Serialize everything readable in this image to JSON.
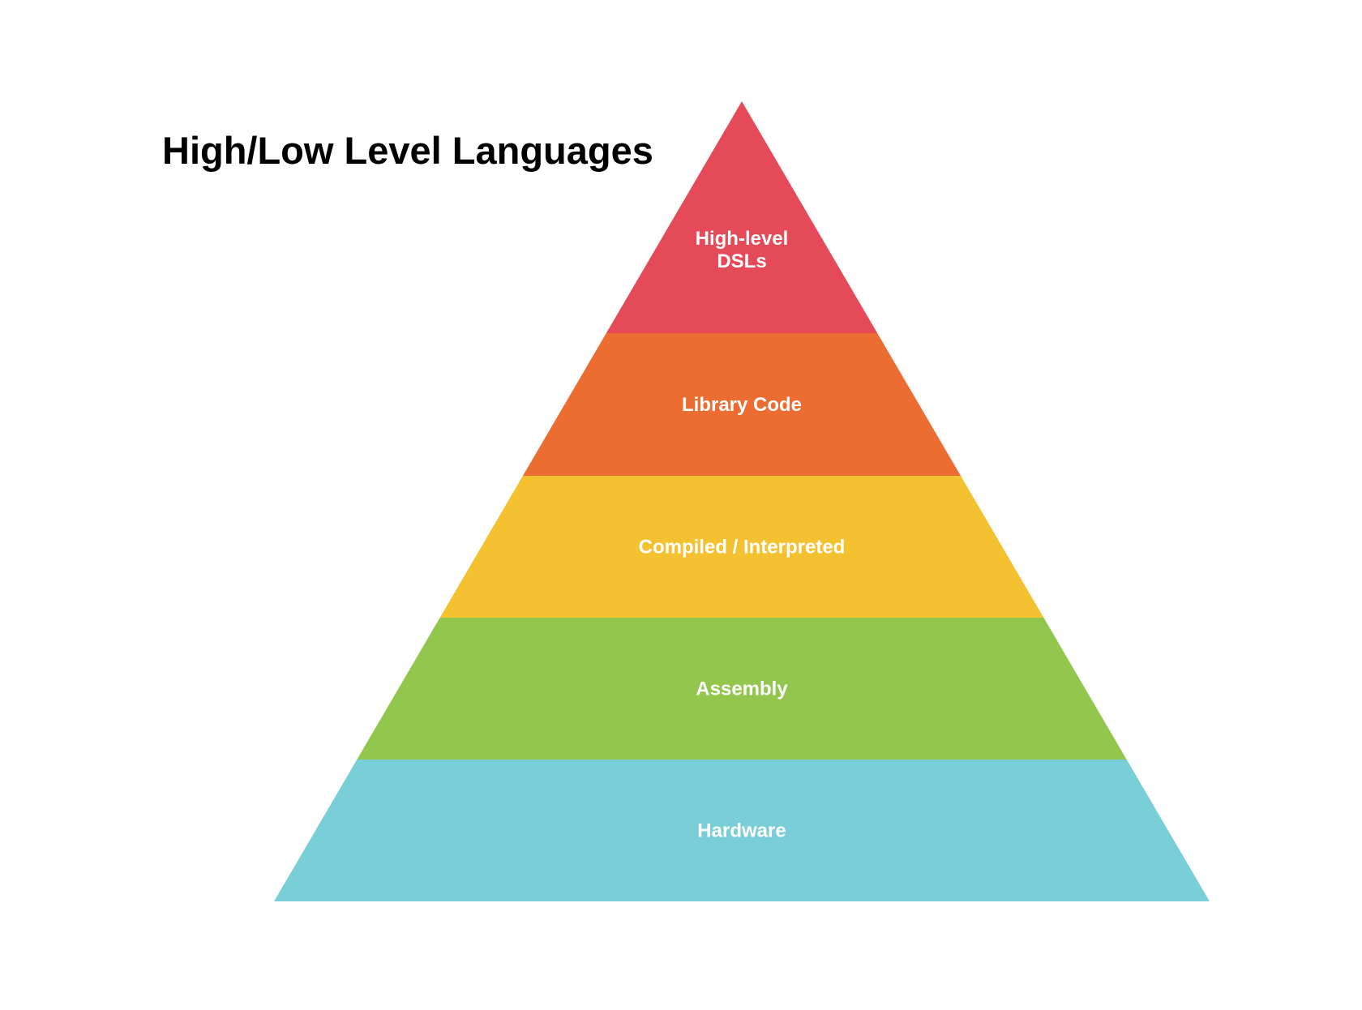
{
  "title": "High/Low Level Languages",
  "pyramid": {
    "layers": [
      {
        "label_lines": [
          "High-level",
          "DSLs"
        ],
        "color": "#E44A58"
      },
      {
        "label_lines": [
          "Library Code"
        ],
        "color": "#EC6D32"
      },
      {
        "label_lines": [
          "Compiled / Interpreted"
        ],
        "color": "#F4C231"
      },
      {
        "label_lines": [
          "Assembly"
        ],
        "color": "#93C64C"
      },
      {
        "label_lines": [
          "Hardware"
        ],
        "color": "#79CED7"
      }
    ]
  }
}
